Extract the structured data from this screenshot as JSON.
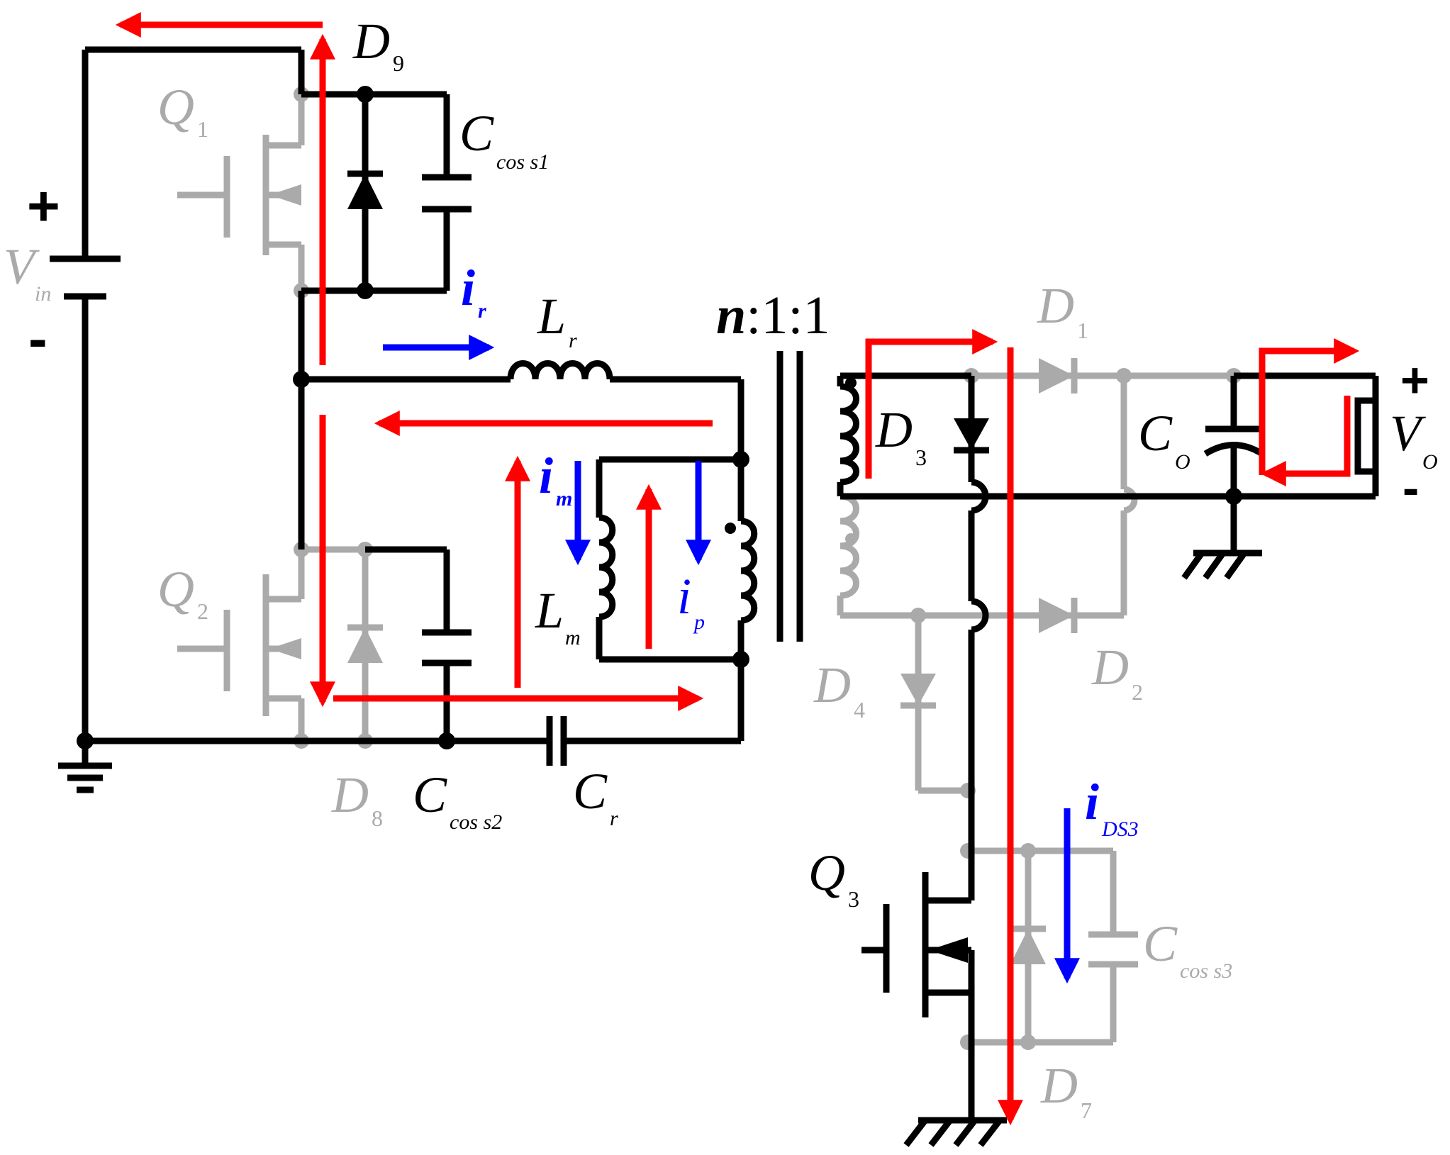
{
  "colors": {
    "active": "#000000",
    "inactive": "#aaaaaa",
    "current_path": "#ff0000",
    "current_label": "#0000ff",
    "background": "#ffffff"
  },
  "labels": {
    "d9": {
      "main": "D",
      "sub": "9"
    },
    "q1": {
      "main": "Q",
      "sub": "1"
    },
    "coss1": {
      "main": "C",
      "sub": "cos s1"
    },
    "vin": {
      "main": "V",
      "sub": "in"
    },
    "vin_plus": "+",
    "vin_minus": "-",
    "ir": {
      "main": "i",
      "sub": "r"
    },
    "lr": {
      "main": "L",
      "sub": "r"
    },
    "ratio": {
      "n": "n",
      "rest": ":1:1"
    },
    "d1": {
      "main": "D",
      "sub": "1"
    },
    "d3": {
      "main": "D",
      "sub": "3"
    },
    "co": {
      "main": "C",
      "sub": "O"
    },
    "vo": {
      "main": "V",
      "sub": "O"
    },
    "vo_plus": "+",
    "vo_minus": "-",
    "im": {
      "main": "i",
      "sub": "m"
    },
    "lm": {
      "main": "L",
      "sub": "m"
    },
    "ip": {
      "main": "i",
      "sub": "p"
    },
    "q2": {
      "main": "Q",
      "sub": "2"
    },
    "d4": {
      "main": "D",
      "sub": "4"
    },
    "d2": {
      "main": "D",
      "sub": "2"
    },
    "d8": {
      "main": "D",
      "sub": "8"
    },
    "coss2": {
      "main": "C",
      "sub": "cos s2"
    },
    "cr": {
      "main": "C",
      "sub": "r"
    },
    "ids3": {
      "main": "i",
      "sub": "DS3"
    },
    "q3": {
      "main": "Q",
      "sub": "3"
    },
    "coss3": {
      "main": "C",
      "sub": "cos s3"
    },
    "d7": {
      "main": "D",
      "sub": "7"
    }
  },
  "components": [
    {
      "id": "vin",
      "name": "input-source",
      "state": "active"
    },
    {
      "id": "q1",
      "name": "switch-q1",
      "state": "inactive"
    },
    {
      "id": "d9",
      "name": "diode-d9",
      "state": "active"
    },
    {
      "id": "coss1",
      "name": "capacitor-coss1",
      "state": "active"
    },
    {
      "id": "lr",
      "name": "inductor-lr",
      "state": "active"
    },
    {
      "id": "lm",
      "name": "inductor-lm",
      "state": "active"
    },
    {
      "id": "q2",
      "name": "switch-q2",
      "state": "inactive"
    },
    {
      "id": "d8",
      "name": "diode-d8",
      "state": "inactive"
    },
    {
      "id": "coss2",
      "name": "capacitor-coss2",
      "state": "active"
    },
    {
      "id": "cr",
      "name": "capacitor-cr",
      "state": "active"
    },
    {
      "id": "d1",
      "name": "diode-d1",
      "state": "inactive"
    },
    {
      "id": "d2",
      "name": "diode-d2",
      "state": "inactive"
    },
    {
      "id": "d3",
      "name": "diode-d3",
      "state": "active"
    },
    {
      "id": "d4",
      "name": "diode-d4",
      "state": "inactive"
    },
    {
      "id": "co",
      "name": "capacitor-co",
      "state": "active"
    },
    {
      "id": "q3",
      "name": "switch-q3",
      "state": "active"
    },
    {
      "id": "d7",
      "name": "diode-d7",
      "state": "inactive"
    },
    {
      "id": "coss3",
      "name": "capacitor-coss3",
      "state": "inactive"
    }
  ]
}
